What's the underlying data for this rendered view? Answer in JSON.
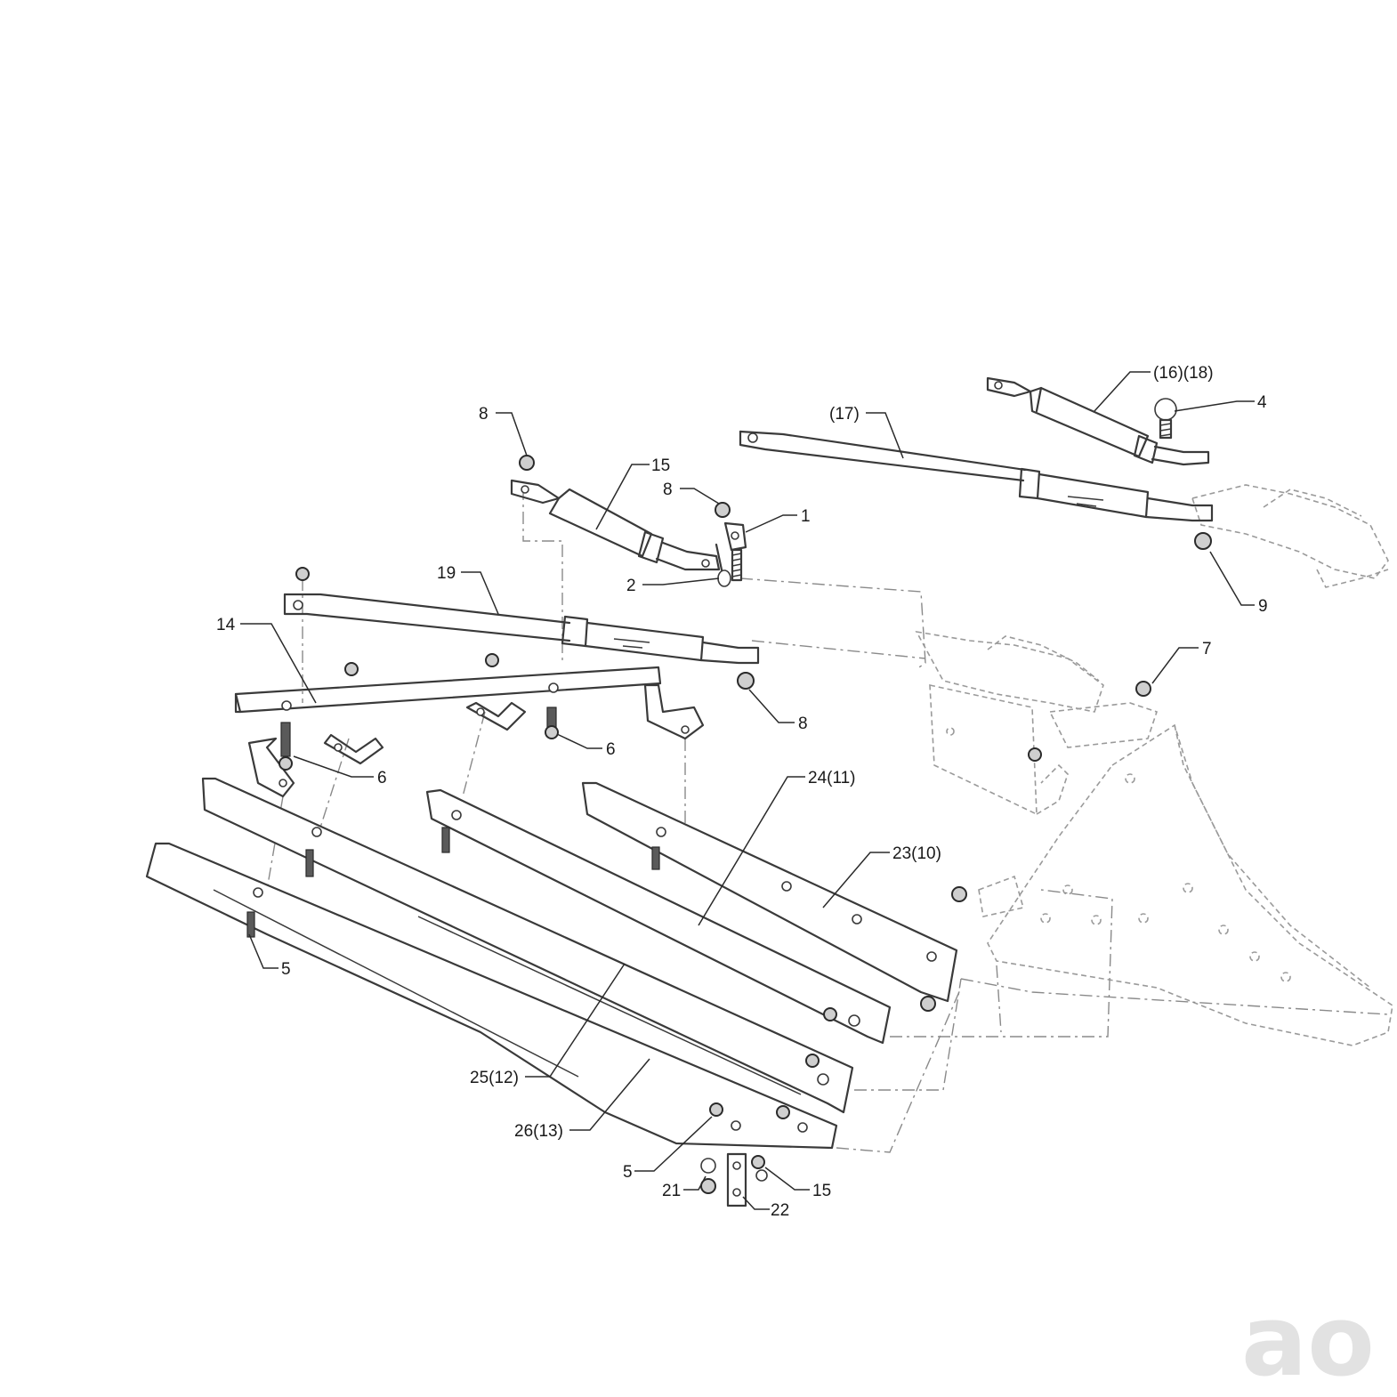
{
  "callouts": [
    {
      "id": "c-8a",
      "text": "8"
    },
    {
      "id": "c-15a",
      "text": "15"
    },
    {
      "id": "c-8b",
      "text": "8"
    },
    {
      "id": "c-1",
      "text": "1"
    },
    {
      "id": "c-2",
      "text": "2"
    },
    {
      "id": "c-19",
      "text": "19"
    },
    {
      "id": "c-14",
      "text": "14"
    },
    {
      "id": "c-8c",
      "text": "8"
    },
    {
      "id": "c-6a",
      "text": "6"
    },
    {
      "id": "c-6b",
      "text": "6"
    },
    {
      "id": "c-17",
      "text": "(17)"
    },
    {
      "id": "c-1618",
      "text": "(16)(18)"
    },
    {
      "id": "c-4",
      "text": "4"
    },
    {
      "id": "c-9",
      "text": "9"
    },
    {
      "id": "c-7",
      "text": "7"
    },
    {
      "id": "c-2411",
      "text": "24(11)"
    },
    {
      "id": "c-2310",
      "text": "23(10)"
    },
    {
      "id": "c-5a",
      "text": "5"
    },
    {
      "id": "c-2512",
      "text": "25(12)"
    },
    {
      "id": "c-2613",
      "text": "26(13)"
    },
    {
      "id": "c-5b",
      "text": "5"
    },
    {
      "id": "c-21",
      "text": "21"
    },
    {
      "id": "c-15b",
      "text": "15"
    },
    {
      "id": "c-22",
      "text": "22"
    }
  ],
  "watermark": {
    "text": "ao",
    "color": "#e2e2e2"
  }
}
